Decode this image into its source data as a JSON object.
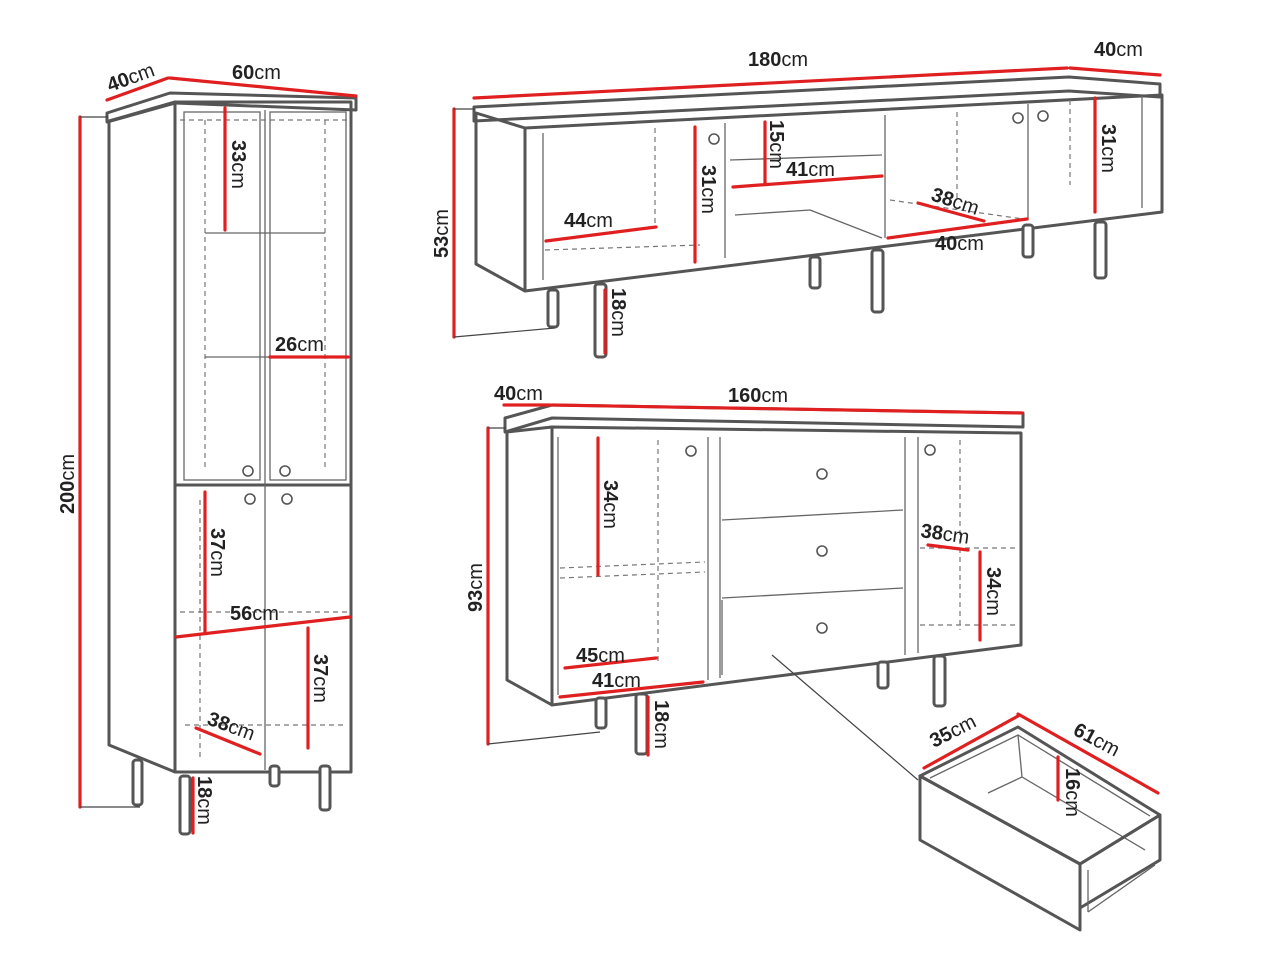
{
  "unit": "cm",
  "tall_cabinet": {
    "depth": "40",
    "width": "60",
    "height": "200",
    "upper_shelf_gap": "33",
    "shelf_depth": "26",
    "lower_shelf_gap_upper": "37",
    "lower_shelf_gap_lower": "37",
    "inner_width": "56",
    "inner_depth": "38",
    "leg_height": "18"
  },
  "tv_stand": {
    "width": "180",
    "depth": "40",
    "height": "53",
    "left_inner_width": "44",
    "left_inner_height": "31",
    "top_niche_height": "15",
    "niche_width": "41",
    "right_inner_depth": "38",
    "right_inner_width": "40",
    "right_inner_height": "31",
    "leg_height": "18"
  },
  "sideboard": {
    "depth": "40",
    "width": "160",
    "height": "93",
    "left_upper_height": "34",
    "left_shelf_width": "45",
    "left_bottom_width": "41",
    "right_shelf_depth": "38",
    "right_lower_height": "34",
    "leg_height": "18"
  },
  "drawer": {
    "depth": "35",
    "width": "61",
    "height": "16"
  }
}
